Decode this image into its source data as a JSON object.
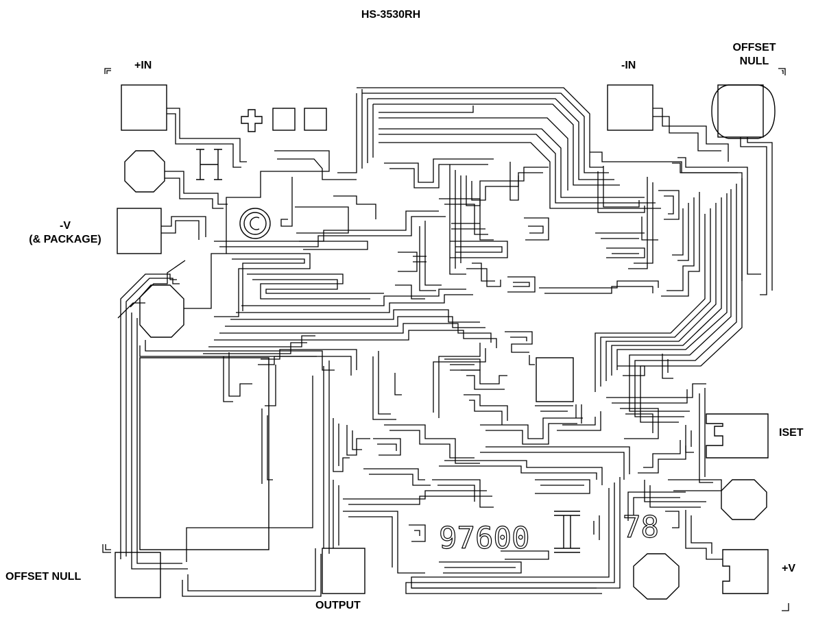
{
  "title": "HS-3530RH",
  "pads": {
    "plus_in": "+IN",
    "minus_in": "-IN",
    "offset_null_top_line1": "OFFSET",
    "offset_null_top_line2": "NULL",
    "minus_v_line1": "-V",
    "minus_v_line2": "(& PACKAGE)",
    "iset": "ISET",
    "plus_v": "+V",
    "offset_null_bottom": "OFFSET NULL",
    "output": "OUTPUT"
  },
  "die_markings": {
    "part_number": "97600",
    "revision": "78"
  },
  "colors": {
    "ink": "#000000",
    "background": "#ffffff"
  }
}
